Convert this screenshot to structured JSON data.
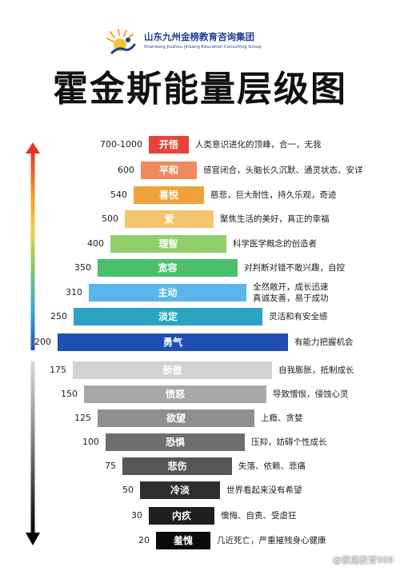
{
  "brand": {
    "name_cn": "山东九州金榜教育咨询集团",
    "name_en": "Shandong Jiuzhou Jinbang Education Consulting Group",
    "logo_icon": "sun-runner-logo-icon"
  },
  "title": "霍金斯能量层级图",
  "levels": [
    {
      "value": "700-1000",
      "label": "开悟",
      "desc": [
        "人类意识进化的顶峰，合一，无我"
      ],
      "color": "#e8433a",
      "text_color": "#ffffff"
    },
    {
      "value": "600",
      "label": "平和",
      "desc": [
        "感官闭合，头脑长久沉默、通灵状态、安详"
      ],
      "color": "#f08a5c",
      "text_color": "#ffffff"
    },
    {
      "value": "540",
      "label": "喜悦",
      "desc": [
        "慈悲，巨大耐性，持久乐观，奇迹"
      ],
      "color": "#f0a23a",
      "text_color": "#ffffff"
    },
    {
      "value": "500",
      "label": "爱",
      "desc": [
        "聚焦生活的美好，真正的幸福"
      ],
      "color": "#f5c46e",
      "text_color": "#ffffff"
    },
    {
      "value": "400",
      "label": "理智",
      "desc": [
        "科学医学概念的创造者"
      ],
      "color": "#8fd06a",
      "text_color": "#ffffff"
    },
    {
      "value": "350",
      "label": "宽容",
      "desc": [
        "对判断对错不敢兴趣，自控"
      ],
      "color": "#4cbf6a",
      "text_color": "#ffffff"
    },
    {
      "value": "310",
      "label": "主动",
      "desc": [
        "全然敞开，成长迅速",
        "真诚友善，易于成功"
      ],
      "color": "#59b6ea",
      "text_color": "#ffffff"
    },
    {
      "value": "250",
      "label": "淡定",
      "desc": [
        "灵活和有安全感"
      ],
      "color": "#2ba3c2",
      "text_color": "#ffffff"
    },
    {
      "value": "200",
      "label": "勇气",
      "desc": [
        "有能力把握机会"
      ],
      "color": "#1f4fb4",
      "text_color": "#ffffff"
    },
    {
      "value": "175",
      "label": "骄傲",
      "desc": [
        "自我膨胀，抵制成长"
      ],
      "color": "#d2d2d2",
      "text_color": "#ffffff"
    },
    {
      "value": "150",
      "label": "愤怒",
      "desc": [
        "导致憎恨，侵蚀心灵"
      ],
      "color": "#a8a8a8",
      "text_color": "#ffffff"
    },
    {
      "value": "125",
      "label": "欲望",
      "desc": [
        "上瘾、贪婪"
      ],
      "color": "#8e8e8e",
      "text_color": "#ffffff"
    },
    {
      "value": "100",
      "label": "恐惧",
      "desc": [
        "压抑，妨碍个性成长"
      ],
      "color": "#6e6e6e",
      "text_color": "#ffffff"
    },
    {
      "value": "75",
      "label": "悲伤",
      "desc": [
        "失落、依赖、悲痛"
      ],
      "color": "#575757",
      "text_color": "#ffffff"
    },
    {
      "value": "50",
      "label": "冷淡",
      "desc": [
        "世界看起来没有希望"
      ],
      "color": "#2f2f2f",
      "text_color": "#ffffff"
    },
    {
      "value": "30",
      "label": "内疚",
      "desc": [
        "懊悔、自责、受虐狂"
      ],
      "color": "#1e1e1e",
      "text_color": "#ffffff"
    },
    {
      "value": "20",
      "label": "羞愧",
      "desc": [
        "几近死亡，严重摧残身心健康"
      ],
      "color": "#0b0b0b",
      "text_color": "#ffffff"
    }
  ],
  "arrows": {
    "top_gradient": [
      "#e8332a",
      "#f39a2c",
      "#f3d23a",
      "#7cc56a",
      "#3aa8d8",
      "#2a4fa8"
    ],
    "bottom_gradient": [
      "#d9d9d9",
      "#8c8c8c",
      "#3a3a3a",
      "#000000"
    ]
  },
  "watermark": "@家庭教育909"
}
